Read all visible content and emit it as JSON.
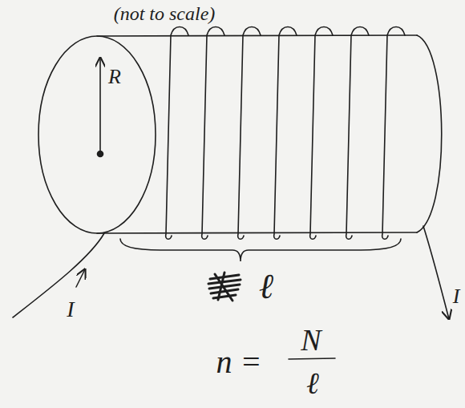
{
  "diagram": {
    "labels": [
      "(not to scale)",
      "R",
      "I",
      "ℓ",
      "I",
      "n =",
      "N",
      "ℓ"
    ]
  }
}
